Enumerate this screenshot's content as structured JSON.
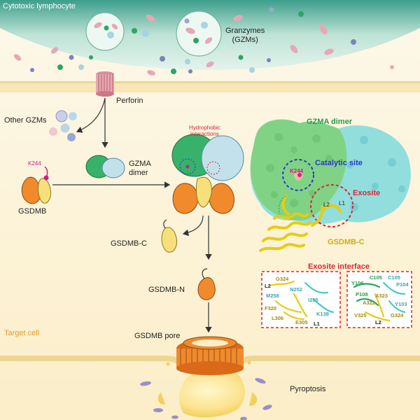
{
  "top": {
    "lymphocyte_label": "Cytotoxic lymphocyte",
    "granzymes_label": "Granzymes\n(GZMs)"
  },
  "pathway": {
    "perforin": "Perforin",
    "other_gzms": "Other GZMs",
    "gzma_dimer": "GZMA\ndimer",
    "k244": "K244",
    "gsdmb": "GSDMB",
    "hydrophobic": "Hydrophobic\ninteractions",
    "gsdmb_c": "GSDMB-C",
    "gsdmb_n": "GSDMB-N",
    "target_cell": "Target cell",
    "gsdmb_pore": "GSDMB pore",
    "pyroptosis": "Pyroptosis"
  },
  "structure": {
    "gzma_dimer": "GZMA dimer",
    "catalytic_site": "Catalytic site",
    "k244": "K244",
    "exosite": "Exosite",
    "l2": "L2",
    "l1": "L1",
    "gsdmb_c": "GSDMB-C"
  },
  "exosite_interface": {
    "title": "Exosite interface",
    "left_panel": [
      "G324",
      "L2",
      "N252",
      "M258",
      "I255",
      "F320",
      "L306",
      "E305",
      "K138",
      "L1"
    ],
    "right_panel": [
      "C105",
      "Y106",
      "C105",
      "P104",
      "P108",
      "A323",
      "A322",
      "Y103",
      "V325",
      "G324",
      "L2"
    ]
  },
  "colors": {
    "lymphocyte_fill": "#cfe9dd",
    "gzma_green": "#3cb870",
    "gzma_cyan": "#bfe0ea",
    "gsdmb_orange": "#f08a2c",
    "gsdmb_yellow": "#f7e07c",
    "surface_green": "#7ed27a",
    "surface_cyan": "#7fd9dc",
    "highlight_red": "#d9263a",
    "catalytic_blue": "#2a36c8",
    "magenta": "#d01c8b"
  }
}
